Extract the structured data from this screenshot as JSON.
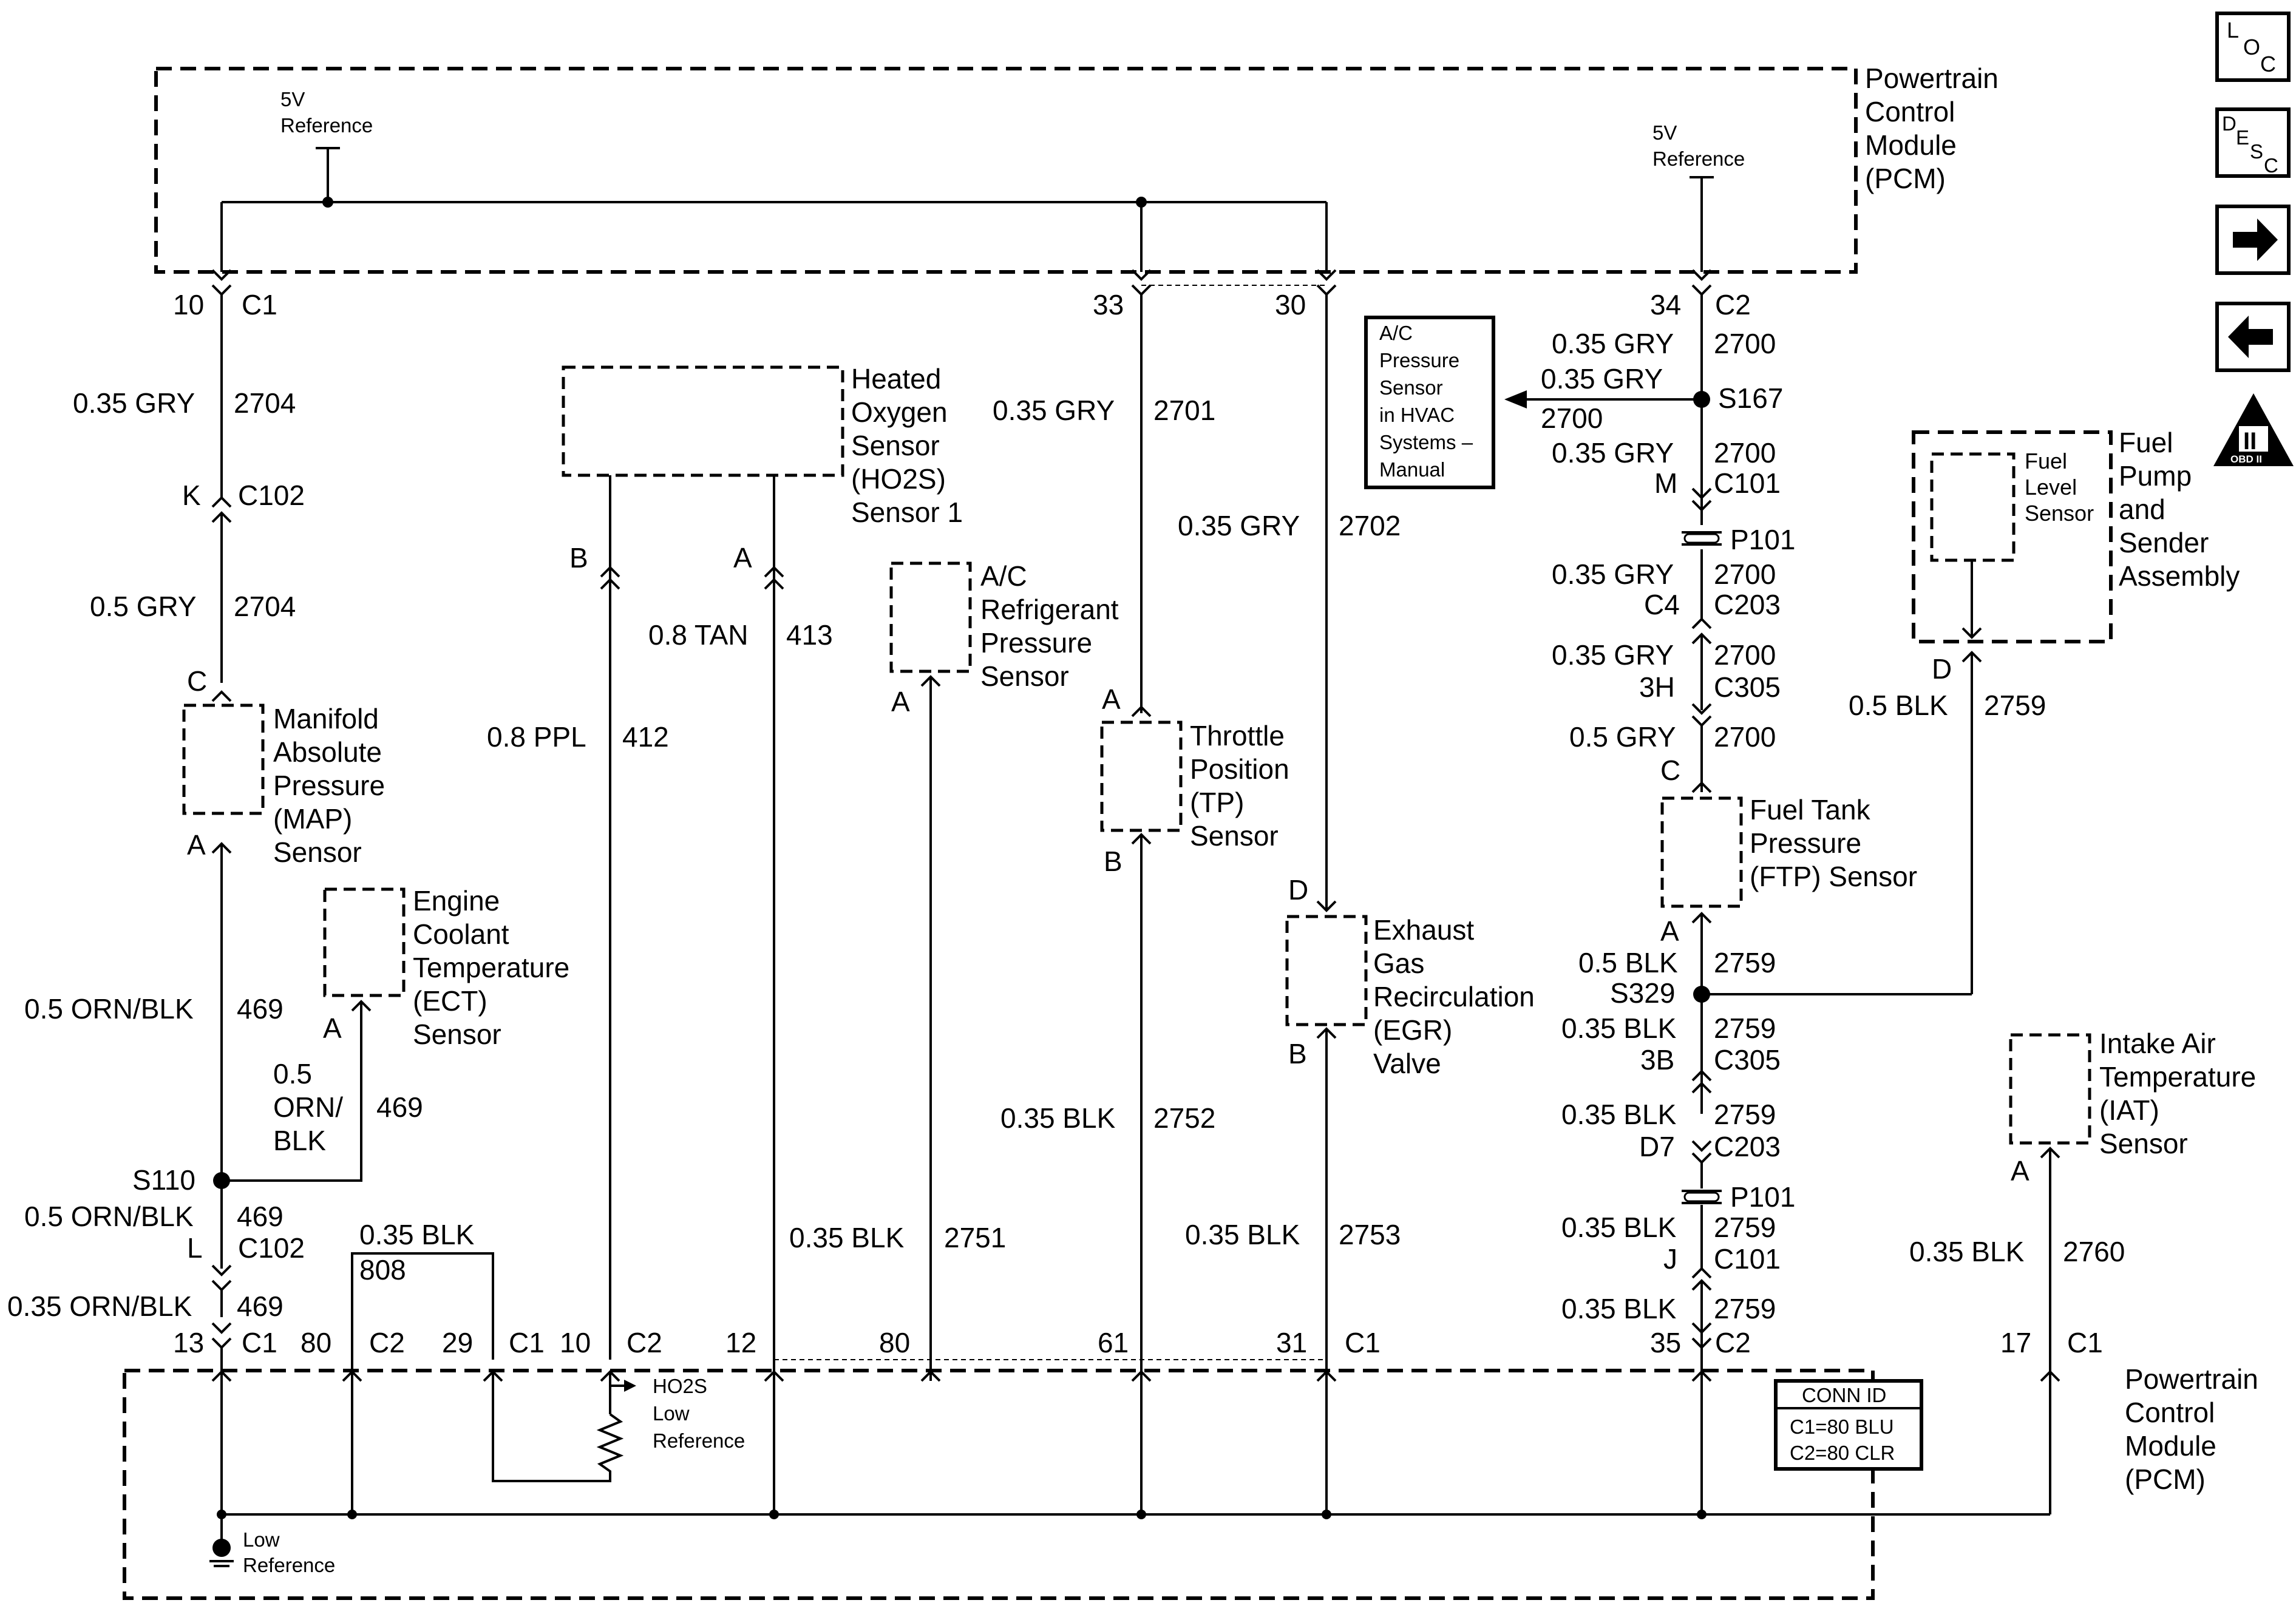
{
  "pcm_top": {
    "title_lines": [
      "Powertrain",
      "Control",
      "Module",
      "(PCM)"
    ]
  },
  "pcm_bottom": {
    "title_lines": [
      "Powertrain",
      "Control",
      "Module",
      "(PCM)"
    ]
  },
  "ref_5v_left": [
    "5V",
    "Reference"
  ],
  "ref_5v_right": [
    "5V",
    "Reference"
  ],
  "top_pins": {
    "p10": "10",
    "c1": "C1",
    "p33": "33",
    "p30": "30",
    "p34": "34",
    "c2": "C2"
  },
  "map_circuit": {
    "w1": "0.35 GRY",
    "c1": "2704",
    "conn_pin": "K",
    "conn": "C102",
    "w2": "0.5 GRY",
    "c2": "2704",
    "pin_c": "C",
    "pin_a": "A",
    "label": [
      "Manifold",
      "Absolute",
      "Pressure",
      "(MAP)",
      "Sensor"
    ],
    "w3": "0.5 ORN/BLK",
    "c3": "469"
  },
  "ect": {
    "label": [
      "Engine",
      "Coolant",
      "Temperature",
      "(ECT)",
      "Sensor"
    ],
    "pin_a": "A",
    "w_lines": [
      "0.5",
      "ORN/",
      "BLK"
    ],
    "c": "469"
  },
  "s110": {
    "splice": "S110",
    "w1": "0.5 ORN/BLK",
    "c1": "469",
    "conn_pin": "L",
    "conn": "C102",
    "w2": "0.35 ORN/BLK",
    "c2": "469"
  },
  "ho2s": {
    "label": [
      "Heated",
      "Oxygen",
      "Sensor",
      "(HO2S)",
      "Sensor 1"
    ],
    "pin_b": "B",
    "pin_a": "A",
    "wb": "0.8 PPL",
    "cb": "412",
    "wa": "0.8 TAN",
    "ca": "413",
    "low_ref": [
      "HO2S",
      "Low",
      "Reference"
    ]
  },
  "jumper": {
    "w": "0.35 BLK",
    "c": "808"
  },
  "ac_refrig": {
    "label": [
      "A/C",
      "Refrigerant",
      "Pressure",
      "Sensor"
    ],
    "pin_a": "A",
    "w": "0.35 BLK",
    "c": "2751"
  },
  "tp": {
    "w_top": "0.35 GRY",
    "c_top": "2701",
    "pin_a": "A",
    "pin_b": "B",
    "label": [
      "Throttle",
      "Position",
      "(TP)",
      "Sensor"
    ],
    "w_bot": "0.35 BLK",
    "c_bot": "2752"
  },
  "egr": {
    "w_top": "0.35 GRY",
    "c_top": "2702",
    "pin_d": "D",
    "pin_b": "B",
    "label": [
      "Exhaust",
      "Gas",
      "Recirculation",
      "(EGR)",
      "Valve"
    ],
    "w_bot": "0.35 BLK",
    "c_bot": "2753"
  },
  "ac_hvac": {
    "lines": [
      "A/C",
      "Pressure",
      "Sensor",
      "in HVAC",
      "Systems –",
      "Manual"
    ]
  },
  "ftp_circuit": {
    "w1": "0.35 GRY",
    "c1": "2700",
    "wb": "0.35 GRY",
    "cb": "2700",
    "s167": "S167",
    "w2": "0.35 GRY",
    "c2": "2700",
    "m": "M",
    "c101": "C101",
    "p101": "P101",
    "w3": "0.35 GRY",
    "c3": "2700",
    "c4": "C4",
    "c203": "C203",
    "w4": "0.35 GRY",
    "c4v": "2700",
    "h3": "3H",
    "c305": "C305",
    "w5": "0.5 GRY",
    "c5": "2700",
    "pin_c": "C",
    "label": [
      "Fuel Tank",
      "Pressure",
      "(FTP) Sensor"
    ],
    "pin_a": "A"
  },
  "ftp_lower": {
    "w1": "0.5 BLK",
    "c1": "2759",
    "s329": "S329",
    "w2": "0.35 BLK",
    "c2": "2759",
    "b3": "3B",
    "c305": "C305",
    "w3": "0.35 BLK",
    "c3": "2759",
    "d7": "D7",
    "c203": "C203",
    "p101": "P101",
    "w4": "0.35 BLK",
    "c4": "2759",
    "j": "J",
    "c101": "C101",
    "w5": "0.35 BLK",
    "c5": "2759"
  },
  "fuel_pump": {
    "label": [
      "Fuel",
      "Pump",
      "and",
      "Sender",
      "Assembly"
    ],
    "inner": [
      "Fuel",
      "Level",
      "Sensor"
    ],
    "pin_d": "D",
    "w": "0.5 BLK",
    "c": "2759"
  },
  "iat": {
    "label": [
      "Intake Air",
      "Temperature",
      "(IAT)",
      "Sensor"
    ],
    "pin_a": "A",
    "w": "0.35 BLK",
    "c": "2760"
  },
  "bottom_pins": {
    "p13": "13",
    "c1a": "C1",
    "p80a": "80",
    "c2a": "C2",
    "p29": "29",
    "c1b": "C1",
    "p10": "10",
    "c2b": "C2",
    "p12": "12",
    "p80b": "80",
    "p61": "61",
    "p31": "31",
    "c1c": "C1",
    "p35": "35",
    "c2c": "C2",
    "p17": "17",
    "c1d": "C1"
  },
  "conn_id": {
    "title": "CONN ID",
    "line1": "C1=80 BLU",
    "line2": "C2=80 CLR"
  },
  "low_ref": [
    "Low",
    "Reference"
  ],
  "side_icons": {
    "loc": [
      "L",
      "O",
      "C"
    ],
    "desc": [
      "D",
      "E",
      "S",
      "C"
    ],
    "obd": [
      "II",
      "OBD II"
    ]
  }
}
